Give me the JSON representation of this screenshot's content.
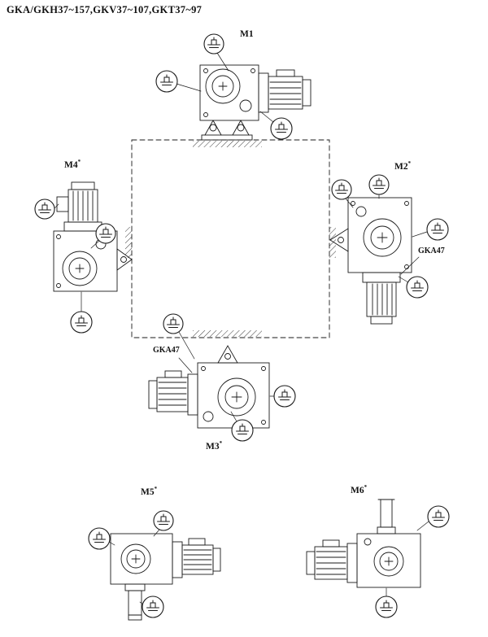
{
  "title": "GKA/GKH37~157,GKV37~107,GKT37~97",
  "mount_positions": {
    "m1": {
      "name": "M1",
      "marker": ""
    },
    "m2": {
      "name": "M2",
      "marker": "*"
    },
    "m3": {
      "name": "M3",
      "marker": "*"
    },
    "m4": {
      "name": "M4",
      "marker": "*"
    },
    "m5": {
      "name": "M5",
      "marker": "*"
    },
    "m6": {
      "name": "M6",
      "marker": "*"
    }
  },
  "annotations": {
    "gka47_right": "GKA47",
    "gka47_bottom": "GKA47"
  },
  "icons": {
    "callout_symbol": "oil-plug-icon"
  },
  "colors": {
    "line": "#1a1a1a",
    "background": "#ffffff"
  }
}
